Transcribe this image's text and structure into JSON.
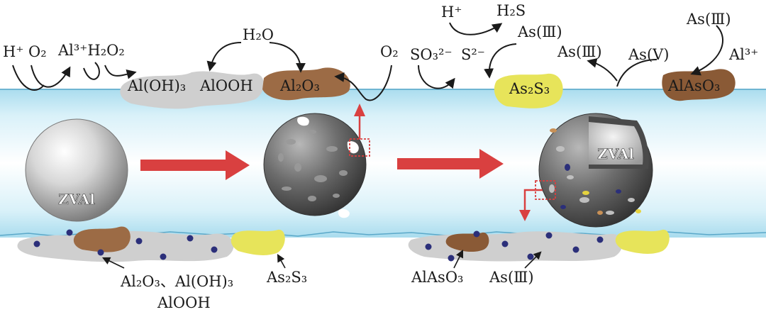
{
  "colors": {
    "water_band": "#bfe6f3",
    "red_arrow": "#d94040",
    "oxide_gray": "#cfcfcf",
    "al2o3_brown": "#9c6b45",
    "as2s3_yellow": "#e7e45a",
    "alaso3_brown": "#8a5a36",
    "ion_dot": "#2b2f7a"
  },
  "labels": {
    "top_h_plus_left": "H⁺",
    "top_o2_left": "O₂",
    "top_al3_h2o2": "Al³⁺H₂O₂",
    "top_aloh3": "Al(OH)₃",
    "top_alooh": "AlOOH",
    "top_h2o": "H₂O",
    "top_al2o3": "Al₂O₃",
    "top_o2_right": "O₂",
    "top_so3": "SO₃²⁻",
    "top_s2": "S²⁻",
    "top_h_plus_right": "H⁺",
    "top_h2s": "H₂S",
    "top_as3_a": "As(Ⅲ)",
    "top_as2s3": "As₂S₃",
    "top_as3_b": "As(Ⅲ)",
    "top_as5": "As(Ⅴ)",
    "top_as3_c": "As(Ⅲ)",
    "top_al3_right": "Al³⁺",
    "top_alaso3": "AlAsO₃",
    "ball1": "ZVAl",
    "ball3": "ZVAl",
    "bottom_oxides_line1": "Al₂O₃、Al(OH)₃",
    "bottom_oxides_line2": "AlOOH",
    "bottom_as2s3": "As₂S₃",
    "bottom_alaso3": "AlAsO₃",
    "bottom_as3": "As(Ⅲ)"
  }
}
